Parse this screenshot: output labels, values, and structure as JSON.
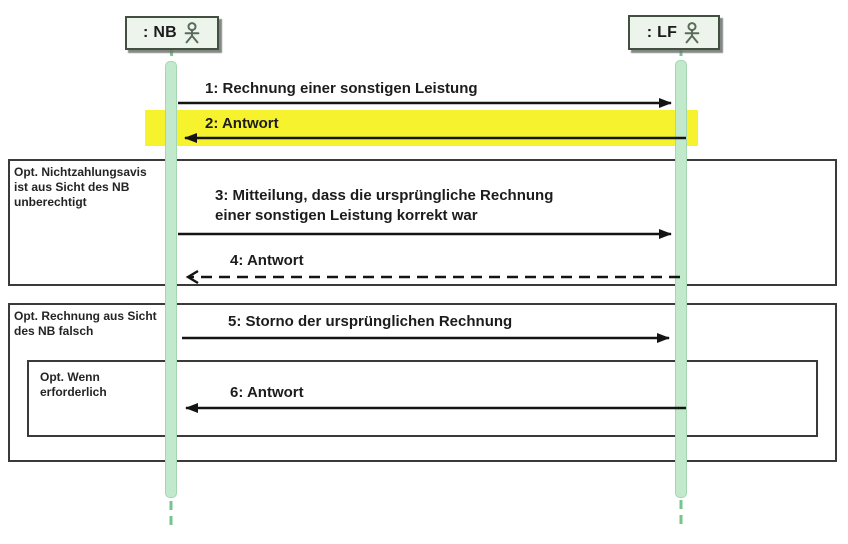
{
  "colors": {
    "highlight": "#f7f22e",
    "lifeline-fill": "#c3e9cd",
    "lifeline-border": "#a3d6b1",
    "lifeline-dash": "#77c689",
    "actor-fill": "#edf4ec",
    "actor-border": "#41503f",
    "frame-border": "#3a3a3a",
    "arrow": "#141414",
    "text": "#1c1c1c"
  },
  "diagram_type": "uml-sequence",
  "actors": [
    {
      "id": "NB",
      "label": ": NB"
    },
    {
      "id": "LF",
      "label": ": LF"
    }
  ],
  "messages": [
    {
      "num": 1,
      "label": "1: Rechnung einer sonstigen Leistung",
      "from": "NB",
      "to": "LF",
      "line": "solid",
      "head": "filled",
      "highlighted": false
    },
    {
      "num": 2,
      "label": "2: Antwort",
      "from": "LF",
      "to": "NB",
      "line": "solid",
      "head": "filled",
      "highlighted": true
    },
    {
      "num": 3,
      "lines": [
        "3: Mitteilung, dass die ursprüngliche Rechnung",
        "einer sonstigen Leistung korrekt war"
      ],
      "from": "NB",
      "to": "LF",
      "line": "solid",
      "head": "filled",
      "highlighted": false
    },
    {
      "num": 4,
      "label": "4: Antwort",
      "from": "LF",
      "to": "NB",
      "line": "dashed",
      "head": "open",
      "highlighted": false
    },
    {
      "num": 5,
      "label": "5: Storno der ursprünglichen Rechnung",
      "from": "NB",
      "to": "LF",
      "line": "solid",
      "head": "filled",
      "highlighted": false
    },
    {
      "num": 6,
      "label": "6: Antwort",
      "from": "LF",
      "to": "NB",
      "line": "solid",
      "head": "filled",
      "highlighted": false
    }
  ],
  "fragments": [
    {
      "lines": [
        "Opt. Nichtzahlungsavis",
        "ist aus Sicht des NB",
        "unberechtigt"
      ],
      "contains": [
        3,
        4
      ]
    },
    {
      "lines": [
        "Opt. Rechnung aus Sicht",
        "des NB falsch"
      ],
      "contains": [
        5,
        6
      ]
    },
    {
      "lines": [
        "Opt. Wenn",
        "erforderlich"
      ],
      "contains": [
        6
      ],
      "nested_in": 1
    }
  ]
}
